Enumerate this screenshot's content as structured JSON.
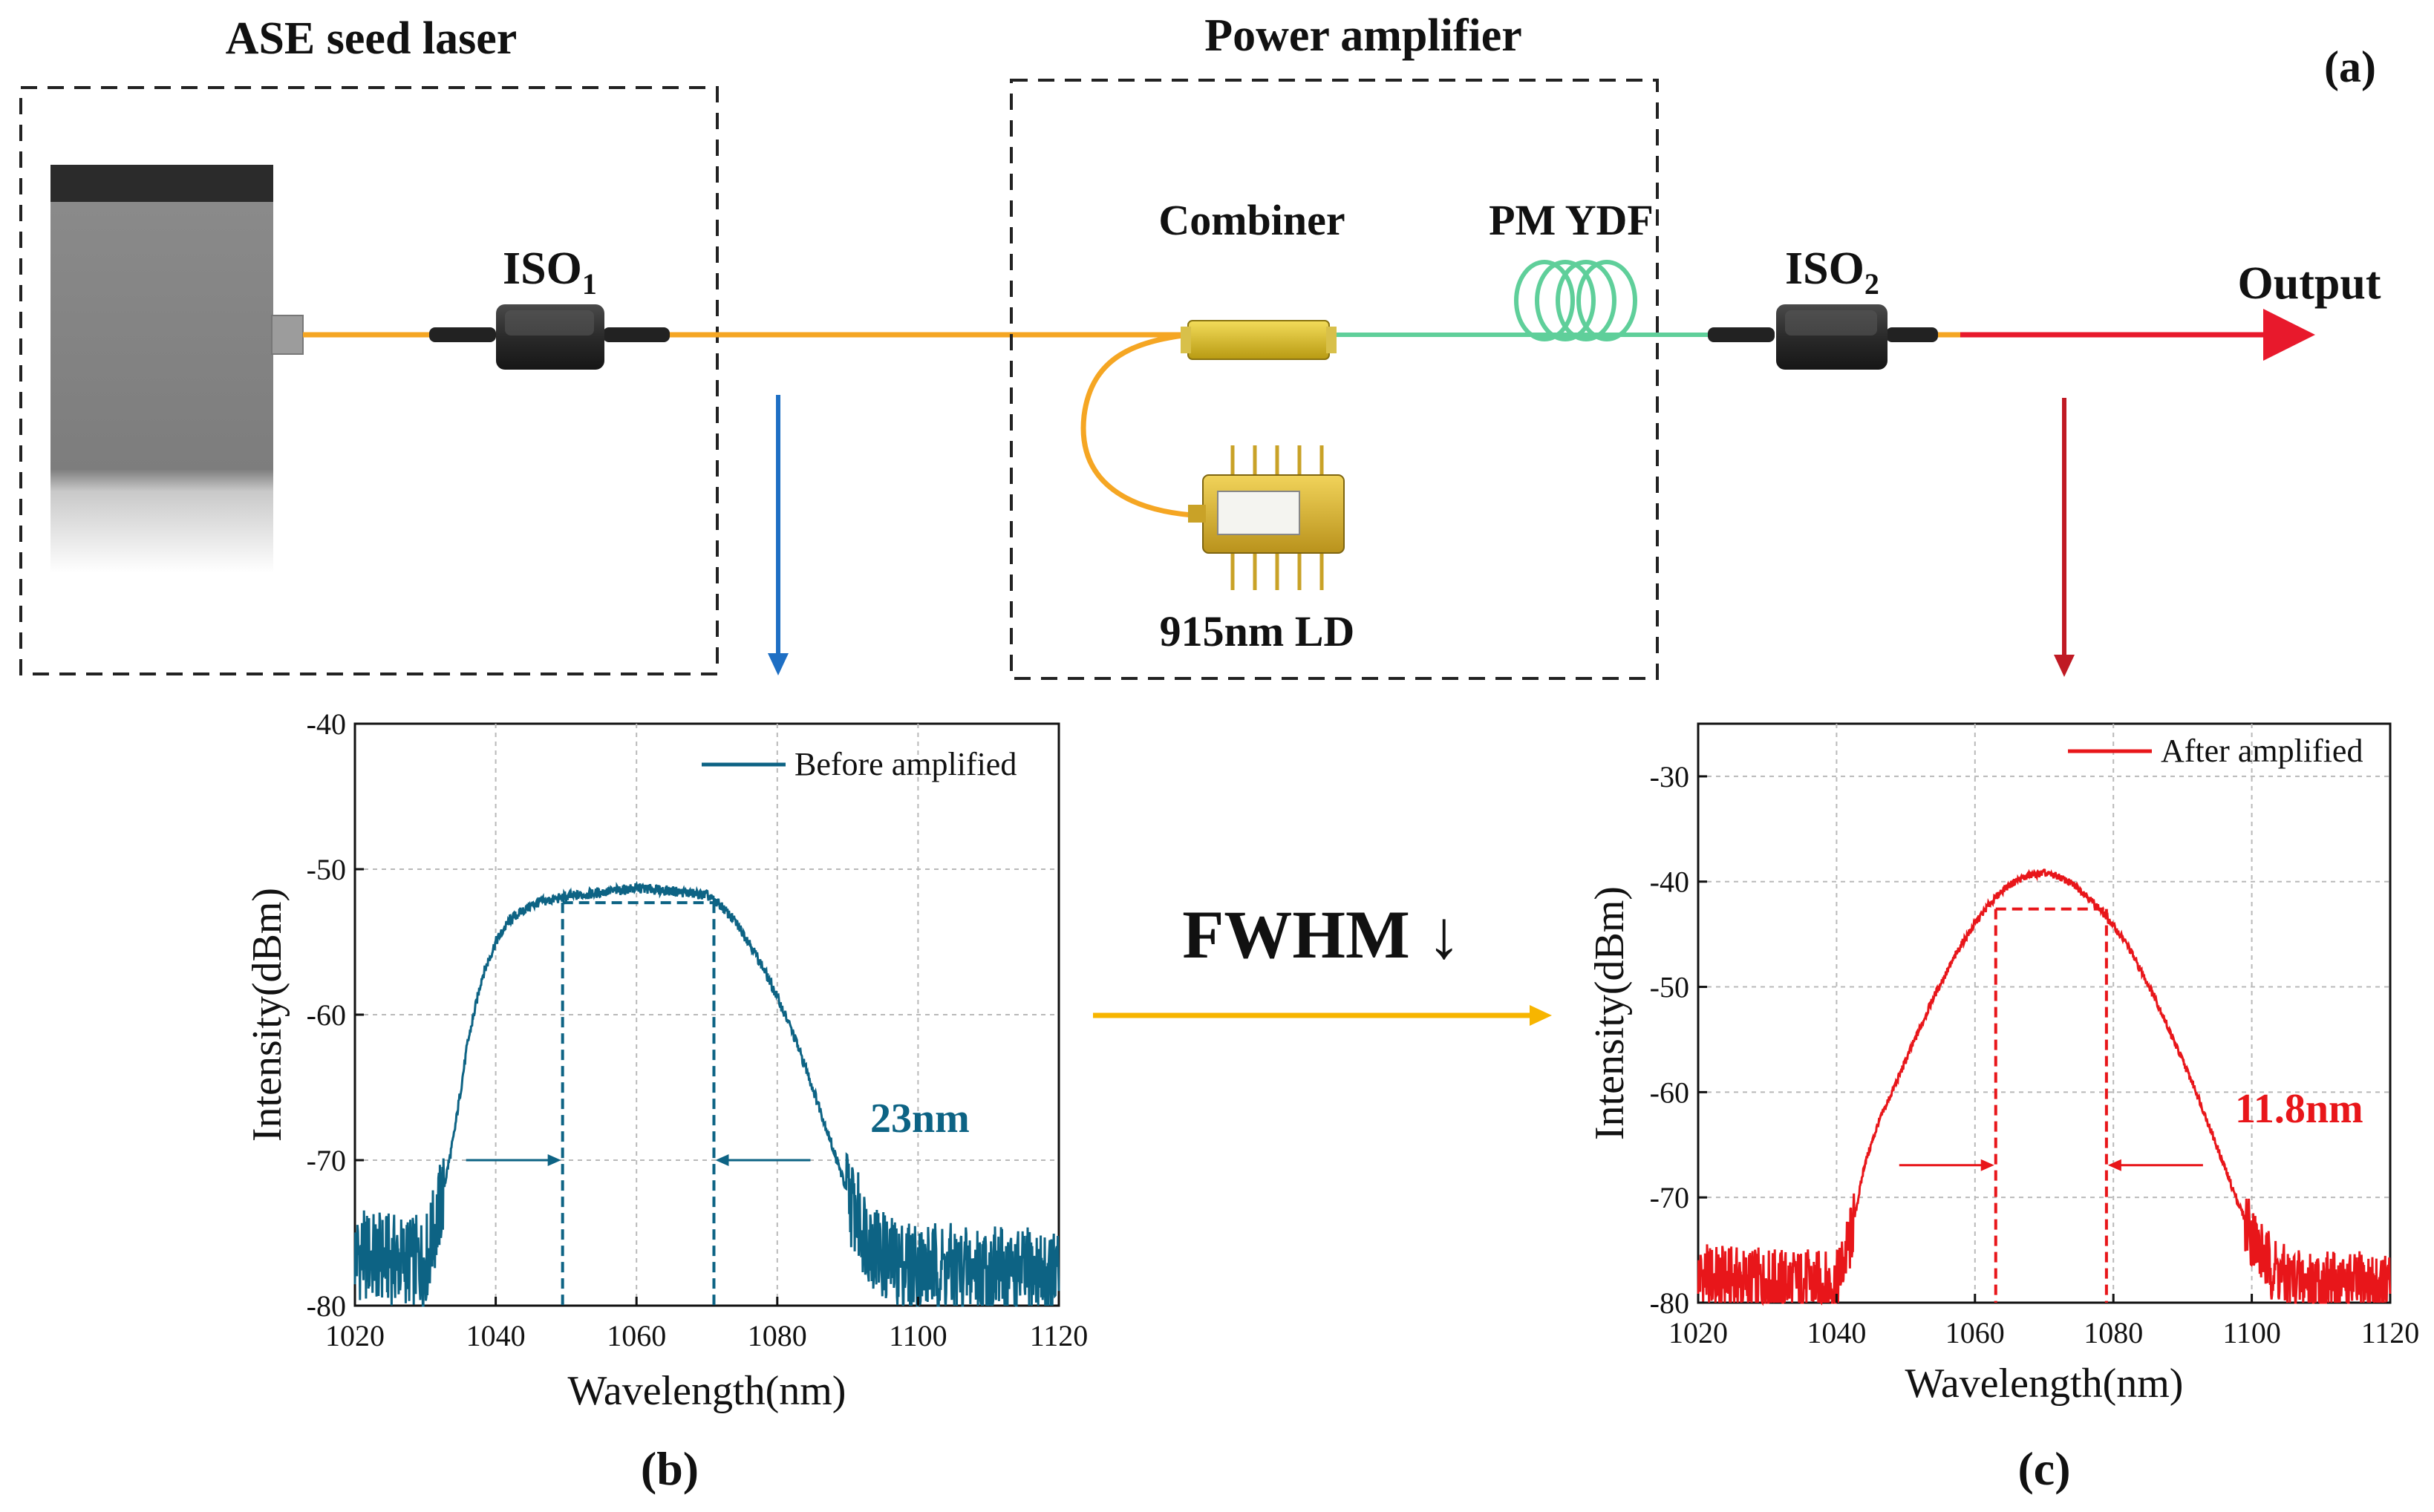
{
  "diagram": {
    "panel_label": "(a)",
    "seed_title": "ASE seed laser",
    "amp_title": "Power amplifier",
    "iso1": {
      "base": "ISO",
      "sub": "1"
    },
    "iso2": {
      "base": "ISO",
      "sub": "2"
    },
    "combiner": "Combiner",
    "ydf": "PM YDF",
    "ld": "915nm LD",
    "output": "Output",
    "fwhm": "FWHM ↓",
    "colors": {
      "fiber_seed": "#f5a623",
      "fiber_ydf": "#5fcf9a",
      "output_arrow": "#e8192c",
      "arrow_b": "#1e6fc4",
      "arrow_c": "#c01a24",
      "fwhm_arrow": "#f7b500"
    }
  },
  "chart_data": [
    {
      "type": "line",
      "panel_label": "(b)",
      "xlabel": "Wavelength(nm)",
      "ylabel": "Intensity(dBm)",
      "xlim": [
        1020,
        1120
      ],
      "ylim": [
        -80,
        -40
      ],
      "xticks": [
        1020,
        1040,
        1060,
        1080,
        1100,
        1120
      ],
      "yticks": [
        -80,
        -70,
        -60,
        -50,
        -40
      ],
      "grid": true,
      "legend_position": "top-right",
      "series": [
        {
          "name": "Before amplified",
          "color": "#0d6384",
          "x": [
            1020,
            1025,
            1030,
            1032,
            1034,
            1036,
            1038,
            1040,
            1042,
            1044,
            1046,
            1048,
            1050,
            1055,
            1060,
            1065,
            1070,
            1072,
            1074,
            1076,
            1078,
            1080,
            1082,
            1084,
            1086,
            1088,
            1090,
            1092,
            1094,
            1096,
            1100,
            1105,
            1110,
            1115,
            1120
          ],
          "y": [
            -76.5,
            -76.8,
            -77,
            -73.5,
            -68.5,
            -62,
            -57.5,
            -55,
            -53.5,
            -52.8,
            -52.3,
            -52.1,
            -51.9,
            -51.6,
            -51.3,
            -51.5,
            -51.8,
            -52.5,
            -53.6,
            -55,
            -56.8,
            -58.8,
            -61,
            -63.6,
            -66.4,
            -69.3,
            -72.3,
            -74.5,
            -76,
            -77,
            -77.3,
            -77.5,
            -77.6,
            -77.8,
            -78
          ]
        }
      ],
      "annotations": {
        "fwhm_text": "23nm",
        "fwhm_left": 1049.5,
        "fwhm_right": 1071,
        "fwhm_level": -52.3
      }
    },
    {
      "type": "line",
      "panel_label": "(c)",
      "xlabel": "Wavelength(nm)",
      "ylabel": "Intensity(dBm)",
      "xlim": [
        1020,
        1120
      ],
      "ylim": [
        -80,
        -25
      ],
      "xticks": [
        1020,
        1040,
        1060,
        1080,
        1100,
        1120
      ],
      "yticks": [
        -80,
        -70,
        -60,
        -50,
        -40,
        -30
      ],
      "grid": true,
      "legend_position": "top-right",
      "series": [
        {
          "name": "After amplified",
          "color": "#e8161a",
          "x": [
            1020,
            1025,
            1030,
            1035,
            1040,
            1042,
            1044,
            1046,
            1048,
            1050,
            1052,
            1054,
            1056,
            1058,
            1060,
            1062,
            1064,
            1066,
            1068,
            1070,
            1072,
            1074,
            1076,
            1078,
            1080,
            1082,
            1084,
            1086,
            1088,
            1090,
            1092,
            1094,
            1096,
            1098,
            1100,
            1102,
            1105,
            1110,
            1115,
            1120
          ],
          "y": [
            -77.5,
            -77.8,
            -78,
            -78,
            -78.3,
            -74,
            -67,
            -63,
            -60,
            -57,
            -54,
            -51,
            -48.5,
            -46,
            -44,
            -42.2,
            -40.8,
            -39.9,
            -39.4,
            -39.2,
            -39.5,
            -40.2,
            -41.2,
            -42.6,
            -44.2,
            -46,
            -48.5,
            -51,
            -54,
            -57,
            -60,
            -63.5,
            -67,
            -70.5,
            -73.5,
            -76,
            -77.8,
            -78.2,
            -78.3,
            -78.5
          ]
        }
      ],
      "annotations": {
        "fwhm_text": "11.8nm",
        "fwhm_left": 1063,
        "fwhm_right": 1079,
        "fwhm_level": -42.6
      }
    }
  ]
}
